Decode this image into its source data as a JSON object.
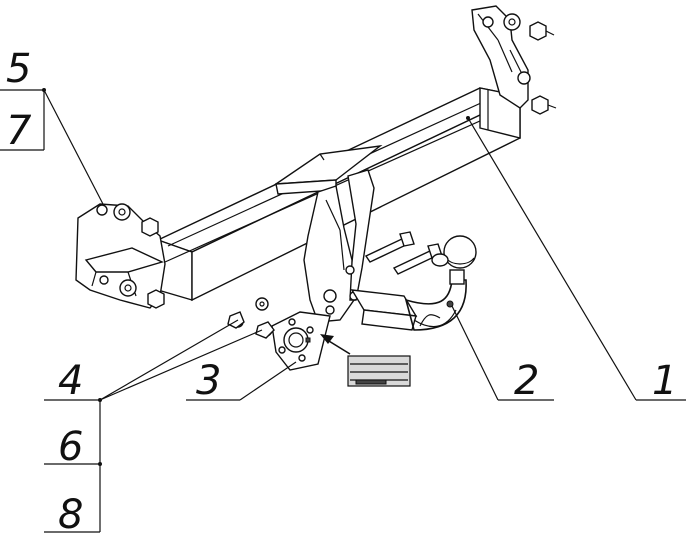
{
  "callouts": {
    "c1": "1",
    "c2": "2",
    "c3": "3",
    "c4": "4",
    "c5": "5",
    "c6": "6",
    "c7": "7",
    "c8": "8"
  },
  "colors": {
    "line": "#111111",
    "background": "#ffffff",
    "label_plate": "#d9d9d9"
  }
}
